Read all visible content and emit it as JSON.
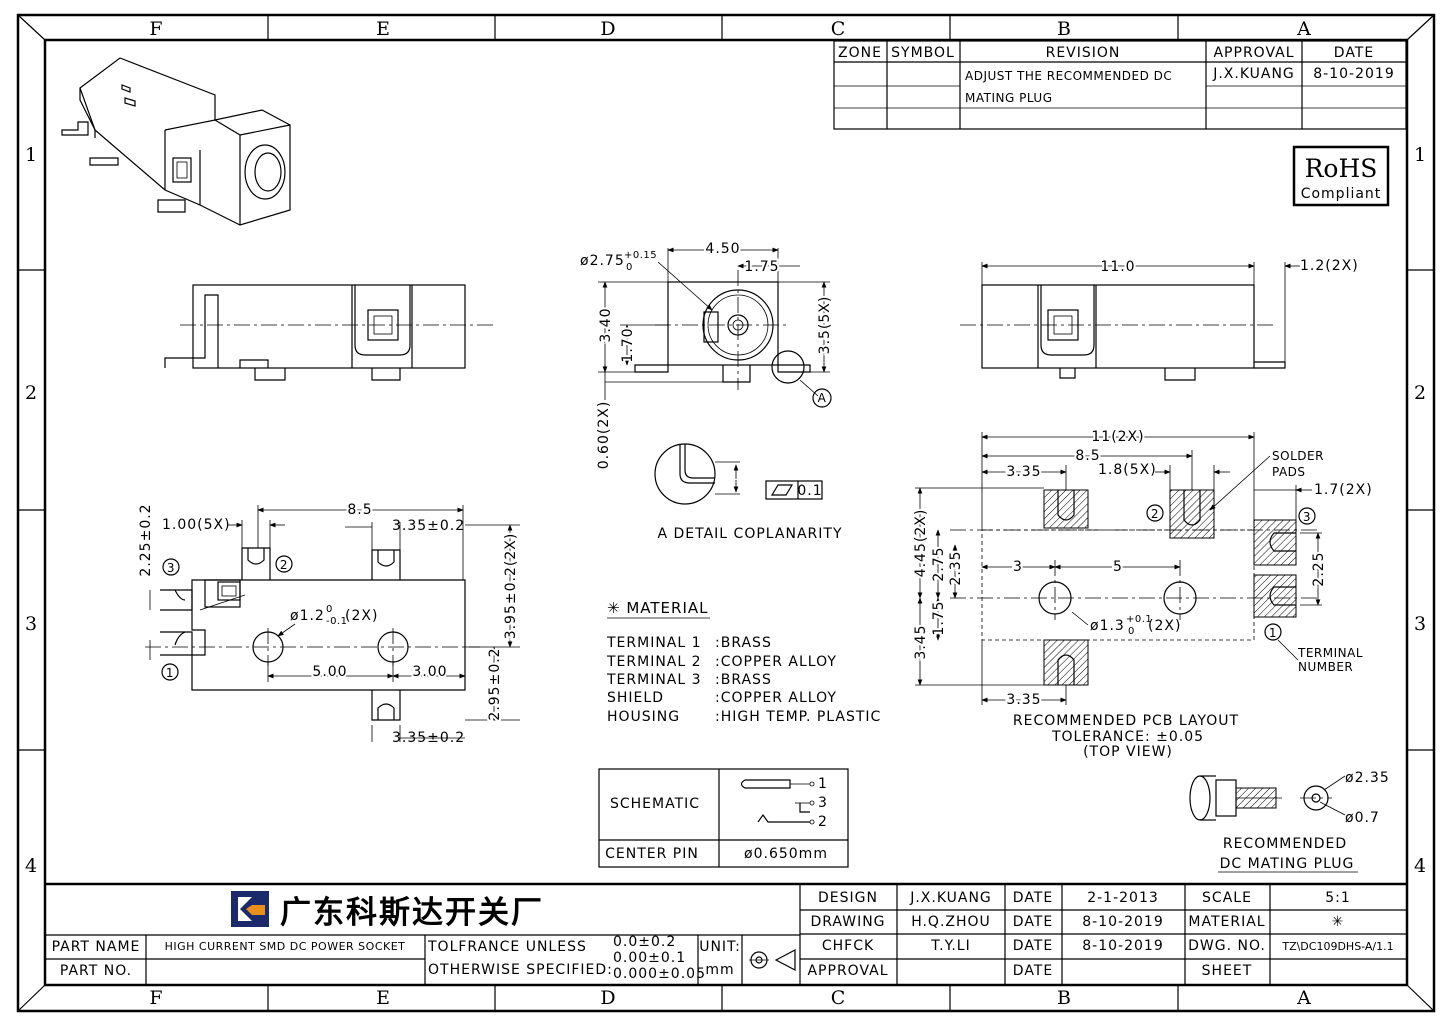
{
  "zones": {
    "cols": [
      "F",
      "E",
      "D",
      "C",
      "B",
      "A"
    ],
    "rows": [
      "1",
      "2",
      "3",
      "4"
    ]
  },
  "revision": {
    "headers": [
      "ZONE",
      "SYMBOL",
      "REVISION",
      "APPROVAL",
      "DATE"
    ],
    "desc_line1": "ADJUST THE RECOMMENDED DC",
    "desc_line2": "MATING PLUG",
    "approval": "J.X.KUANG",
    "date": "8-10-2019"
  },
  "rohs": {
    "title": "RoHS",
    "sub": "Compliant"
  },
  "front_view": {
    "dia": "ø2.75",
    "dia_tol_up": "+0.15",
    "dia_tol_dn": "0",
    "w450": "4.50",
    "w175": "1.75",
    "h340": "3.40",
    "h170": "1.70",
    "h35": "3.5(5X)",
    "h060": "0.60(2X)",
    "detail_tag": "A"
  },
  "side_right": {
    "len": "11.0",
    "tab": "1.2(2X)"
  },
  "detail": {
    "tol": "0.1",
    "caption": "A DETAIL  COPLANARITY"
  },
  "bottom_view": {
    "d85": "8.5",
    "d100": "1.00(5X)",
    "d225": "2.25±0.2",
    "d335a": "3.35±0.2",
    "hole": "ø1.2",
    "hole_up": "0",
    "hole_dn": "-0.1",
    "hole_n": "(2X)",
    "d500": "5.00",
    "d300": "3.00",
    "d395": "3.95±0.2(2X)",
    "d295": "2.95±0.2",
    "d335b": "3.35±0.2",
    "n1": "1",
    "n2": "2",
    "n3": "3"
  },
  "material": {
    "title": "✳ MATERIAL",
    "rows": [
      {
        "k": "TERMINAL 1",
        "v": ":BRASS"
      },
      {
        "k": "TERMINAL 2",
        "v": ":COPPER ALLOY"
      },
      {
        "k": "TERMINAL 3",
        "v": ":BRASS"
      },
      {
        "k": "SHIELD",
        "v": ":COPPER ALLOY"
      },
      {
        "k": "HOUSING",
        "v": ":HIGH TEMP. PLASTIC"
      }
    ]
  },
  "pcb": {
    "d11": "11(2X)",
    "d85": "8.5",
    "d335": "3.35",
    "d18": "1.8(5X)",
    "pads": [
      "SOLDER",
      "PADS"
    ],
    "d17": "1.7(2X)",
    "d445": "4.45(2X)",
    "d275": "2.75",
    "d235": "2.35",
    "d3": "3",
    "d5": "5",
    "d225": "2.25",
    "d175": "1.75",
    "d345": "3.45",
    "hole": "ø1.3",
    "hole_up": "+0.1",
    "hole_dn": "0",
    "hole_n": "(2X)",
    "term": [
      "TERMINAL",
      "NUMBER"
    ],
    "d335b": "3.35",
    "cap1": "RECOMMENDED PCB LAYOUT",
    "cap2": "TOLERANCE: ±0.05",
    "cap3": "(TOP VIEW)",
    "n1": "1",
    "n2": "2",
    "n3": "3"
  },
  "schematic": {
    "label": "SCHEMATIC",
    "pins": [
      "1",
      "3",
      "2"
    ],
    "center_label": "CENTER PIN",
    "center_value": "ø0.650mm"
  },
  "plug": {
    "d235": "ø2.35",
    "d07": "ø0.7",
    "cap1": "RECOMMENDED",
    "cap2": "DC MATING PLUG"
  },
  "title_block": {
    "company": "广东科斯达开关厂",
    "part_name_label": "PART NAME",
    "part_name": "HIGH CURRENT SMD DC POWER SOCKET",
    "part_no_label": "PART NO.",
    "tol_l1": "TOLFRANCE UNLESS",
    "tol_l2": "OTHERWISE SPECIFIED:",
    "tol_v1": "0.0±0.2",
    "tol_v2": "0.00±0.1",
    "tol_v3": "0.000±0.05",
    "unit_label": "UNIT:",
    "unit": "mm",
    "design_label": "DESIGN",
    "design": "J.X.KUANG",
    "drawing_label": "DRAWING",
    "drawing": "H.Q.ZHOU",
    "check_label": "CHFCK",
    "check": "T.Y.LI",
    "approval_label": "APPROVAL",
    "date_label": "DATE",
    "date1": "2-1-2013",
    "date2": "8-10-2019",
    "date3": "8-10-2019",
    "scale_label": "SCALE",
    "scale": "5:1",
    "material_label": "MATERIAL",
    "material": "✳",
    "dwg_label": "DWG. NO.",
    "dwg": "TZ\\DC109DHS-A/1.1",
    "sheet_label": "SHEET"
  }
}
